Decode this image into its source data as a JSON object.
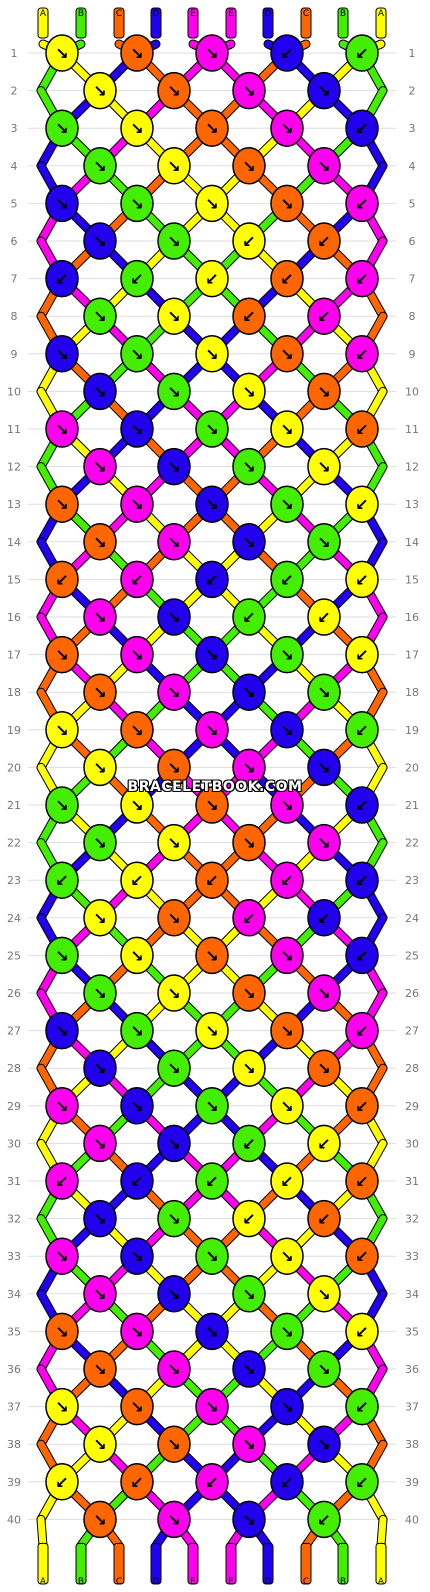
{
  "watermark": "BRACELETBOOK.COM",
  "strings_top": [
    "A",
    "B",
    "C",
    "D",
    "E",
    "E",
    "D",
    "C",
    "B",
    "A"
  ],
  "strings_bottom": [
    "A",
    "B",
    "C",
    "D",
    "E",
    "E",
    "D",
    "C",
    "B",
    "A"
  ],
  "colors": {
    "A": "#ffff00",
    "B": "#44ee00",
    "C": "#ff6600",
    "D": "#2200ee",
    "E": "#ff00ee"
  },
  "row_numbers": [
    "1",
    "2",
    "3",
    "4",
    "5",
    "6",
    "7",
    "8",
    "9",
    "10",
    "11",
    "12",
    "13",
    "14",
    "15",
    "16",
    "17",
    "18",
    "19",
    "20",
    "21",
    "22",
    "23",
    "24",
    "25",
    "26",
    "27",
    "28",
    "29",
    "30",
    "31",
    "32",
    "33",
    "34",
    "35",
    "36",
    "37",
    "38",
    "39",
    "40"
  ],
  "knots": [
    [
      [
        "A",
        "↘"
      ],
      [
        "C",
        "↘"
      ],
      [
        "E",
        "↘"
      ],
      [
        "D",
        "↙"
      ],
      [
        "B",
        "↙"
      ]
    ],
    [
      [
        "A",
        "↘"
      ],
      [
        "C",
        "↘"
      ],
      [
        "E",
        "↘"
      ],
      [
        "D",
        "↘"
      ]
    ],
    [
      [
        "B",
        "↘"
      ],
      [
        "A",
        "↘"
      ],
      [
        "C",
        "↘"
      ],
      [
        "E",
        "↘"
      ],
      [
        "D",
        "↙"
      ]
    ],
    [
      [
        "B",
        "↘"
      ],
      [
        "A",
        "↘"
      ],
      [
        "C",
        "↘"
      ],
      [
        "E",
        "↘"
      ]
    ],
    [
      [
        "D",
        "↘"
      ],
      [
        "B",
        "↘"
      ],
      [
        "A",
        "↘"
      ],
      [
        "C",
        "↘"
      ],
      [
        "E",
        "↙"
      ]
    ],
    [
      [
        "D",
        "↘"
      ],
      [
        "B",
        "↘"
      ],
      [
        "A",
        "↙"
      ],
      [
        "C",
        "↙"
      ]
    ],
    [
      [
        "D",
        "↙"
      ],
      [
        "B",
        "↙"
      ],
      [
        "A",
        "↙"
      ],
      [
        "C",
        "↙"
      ],
      [
        "E",
        "↙"
      ]
    ],
    [
      [
        "B",
        "↘"
      ],
      [
        "A",
        "↘"
      ],
      [
        "C",
        "↙"
      ],
      [
        "E",
        "↙"
      ]
    ],
    [
      [
        "D",
        "↘"
      ],
      [
        "B",
        "↘"
      ],
      [
        "A",
        "↘"
      ],
      [
        "C",
        "↘"
      ],
      [
        "E",
        "↙"
      ]
    ],
    [
      [
        "D",
        "↘"
      ],
      [
        "B",
        "↘"
      ],
      [
        "A",
        "↘"
      ],
      [
        "C",
        "↘"
      ]
    ],
    [
      [
        "E",
        "↘"
      ],
      [
        "D",
        "↘"
      ],
      [
        "B",
        "↘"
      ],
      [
        "A",
        "↘"
      ],
      [
        "C",
        "↙"
      ]
    ],
    [
      [
        "E",
        "↘"
      ],
      [
        "D",
        "↘"
      ],
      [
        "B",
        "↘"
      ],
      [
        "A",
        "↘"
      ]
    ],
    [
      [
        "C",
        "↘"
      ],
      [
        "E",
        "↘"
      ],
      [
        "D",
        "↘"
      ],
      [
        "B",
        "↘"
      ],
      [
        "A",
        "↙"
      ]
    ],
    [
      [
        "C",
        "↘"
      ],
      [
        "E",
        "↘"
      ],
      [
        "D",
        "↘"
      ],
      [
        "B",
        "↘"
      ]
    ],
    [
      [
        "C",
        "↙"
      ],
      [
        "E",
        "↙"
      ],
      [
        "D",
        "↙"
      ],
      [
        "B",
        "↙"
      ],
      [
        "A",
        "↙"
      ]
    ],
    [
      [
        "E",
        "↘"
      ],
      [
        "D",
        "↘"
      ],
      [
        "B",
        "↙"
      ],
      [
        "A",
        "↙"
      ]
    ],
    [
      [
        "C",
        "↘"
      ],
      [
        "E",
        "↘"
      ],
      [
        "D",
        "↘"
      ],
      [
        "B",
        "↘"
      ],
      [
        "A",
        "↙"
      ]
    ],
    [
      [
        "C",
        "↘"
      ],
      [
        "E",
        "↘"
      ],
      [
        "D",
        "↘"
      ],
      [
        "B",
        "↘"
      ]
    ],
    [
      [
        "A",
        "↘"
      ],
      [
        "C",
        "↘"
      ],
      [
        "E",
        "↘"
      ],
      [
        "D",
        "↘"
      ],
      [
        "B",
        "↙"
      ]
    ],
    [
      [
        "A",
        "↘"
      ],
      [
        "C",
        "↘"
      ],
      [
        "E",
        "↘"
      ],
      [
        "D",
        "↘"
      ]
    ],
    [
      [
        "B",
        "↘"
      ],
      [
        "A",
        "↘"
      ],
      [
        "C",
        "↘"
      ],
      [
        "E",
        "↘"
      ],
      [
        "D",
        "↙"
      ]
    ],
    [
      [
        "B",
        "↘"
      ],
      [
        "A",
        "↘"
      ],
      [
        "C",
        "↘"
      ],
      [
        "E",
        "↘"
      ]
    ],
    [
      [
        "B",
        "↙"
      ],
      [
        "A",
        "↙"
      ],
      [
        "C",
        "↙"
      ],
      [
        "E",
        "↙"
      ],
      [
        "D",
        "↙"
      ]
    ],
    [
      [
        "A",
        "↘"
      ],
      [
        "C",
        "↘"
      ],
      [
        "E",
        "↙"
      ],
      [
        "D",
        "↙"
      ]
    ],
    [
      [
        "B",
        "↘"
      ],
      [
        "A",
        "↘"
      ],
      [
        "C",
        "↘"
      ],
      [
        "E",
        "↘"
      ],
      [
        "D",
        "↙"
      ]
    ],
    [
      [
        "B",
        "↘"
      ],
      [
        "A",
        "↘"
      ],
      [
        "C",
        "↘"
      ],
      [
        "E",
        "↘"
      ]
    ],
    [
      [
        "D",
        "↘"
      ],
      [
        "B",
        "↘"
      ],
      [
        "A",
        "↘"
      ],
      [
        "C",
        "↘"
      ],
      [
        "E",
        "↙"
      ]
    ],
    [
      [
        "D",
        "↘"
      ],
      [
        "B",
        "↘"
      ],
      [
        "A",
        "↘"
      ],
      [
        "C",
        "↘"
      ]
    ],
    [
      [
        "E",
        "↘"
      ],
      [
        "D",
        "↘"
      ],
      [
        "B",
        "↘"
      ],
      [
        "A",
        "↘"
      ],
      [
        "C",
        "↙"
      ]
    ],
    [
      [
        "E",
        "↘"
      ],
      [
        "D",
        "↘"
      ],
      [
        "B",
        "↙"
      ],
      [
        "A",
        "↙"
      ]
    ],
    [
      [
        "E",
        "↙"
      ],
      [
        "D",
        "↙"
      ],
      [
        "B",
        "↙"
      ],
      [
        "A",
        "↙"
      ],
      [
        "C",
        "↙"
      ]
    ],
    [
      [
        "D",
        "↘"
      ],
      [
        "B",
        "↘"
      ],
      [
        "A",
        "↙"
      ],
      [
        "C",
        "↙"
      ]
    ],
    [
      [
        "E",
        "↘"
      ],
      [
        "D",
        "↘"
      ],
      [
        "B",
        "↘"
      ],
      [
        "A",
        "↘"
      ],
      [
        "C",
        "↙"
      ]
    ],
    [
      [
        "E",
        "↘"
      ],
      [
        "D",
        "↘"
      ],
      [
        "B",
        "↘"
      ],
      [
        "A",
        "↘"
      ]
    ],
    [
      [
        "C",
        "↘"
      ],
      [
        "E",
        "↘"
      ],
      [
        "D",
        "↘"
      ],
      [
        "B",
        "↘"
      ],
      [
        "A",
        "↙"
      ]
    ],
    [
      [
        "C",
        "↘"
      ],
      [
        "E",
        "↘"
      ],
      [
        "D",
        "↘"
      ],
      [
        "B",
        "↘"
      ]
    ],
    [
      [
        "A",
        "↘"
      ],
      [
        "C",
        "↘"
      ],
      [
        "E",
        "↘"
      ],
      [
        "D",
        "↘"
      ],
      [
        "B",
        "↙"
      ]
    ],
    [
      [
        "A",
        "↘"
      ],
      [
        "C",
        "↘"
      ],
      [
        "E",
        "↘"
      ],
      [
        "D",
        "↘"
      ]
    ],
    [
      [
        "A",
        "↙"
      ],
      [
        "C",
        "↙"
      ],
      [
        "E",
        "↙"
      ],
      [
        "D",
        "↙"
      ],
      [
        "B",
        "↙"
      ]
    ],
    [
      [
        "C",
        "↘"
      ],
      [
        "E",
        "↘"
      ],
      [
        "D",
        "↘"
      ],
      [
        "B",
        "↙"
      ]
    ]
  ]
}
